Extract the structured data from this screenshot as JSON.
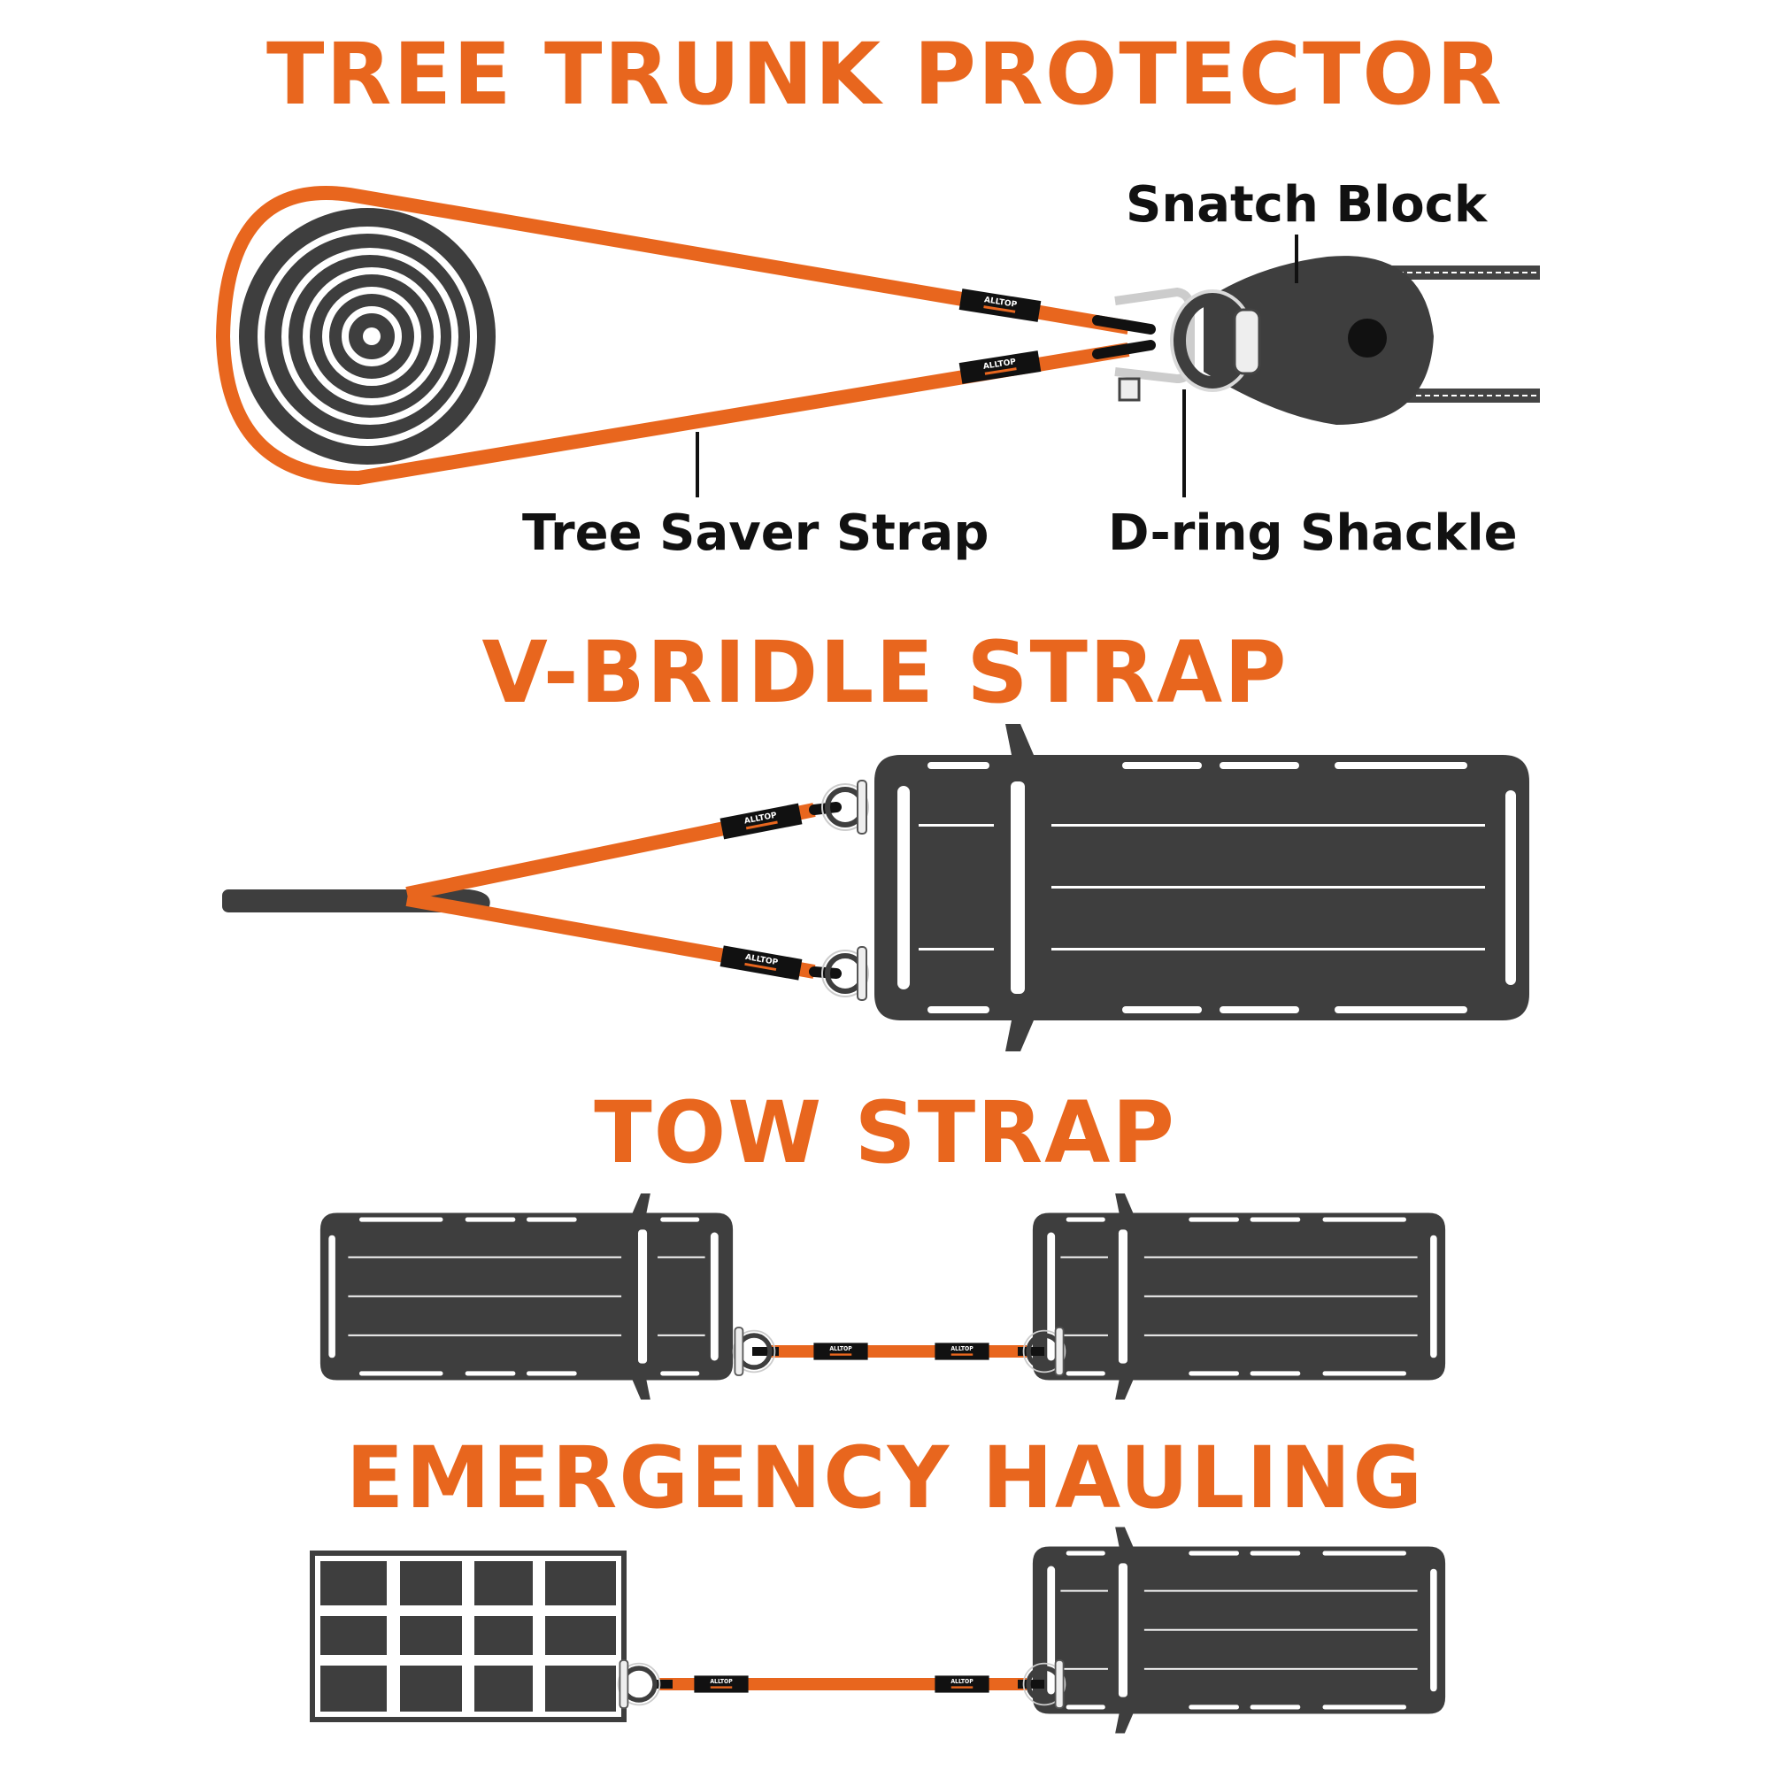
{
  "sections": {
    "tree_trunk": {
      "title": "TREE TRUNK PROTECTOR"
    },
    "v_bridle": {
      "title": "V-BRIDLE STRAP"
    },
    "tow": {
      "title": "TOW STRAP"
    },
    "hauling": {
      "title": "EMERGENCY HAULING"
    }
  },
  "labels": {
    "snatch_block": "Snatch Block",
    "tree_saver": "Tree Saver Strap",
    "d_ring": "D-ring Shackle"
  },
  "brand": "ALLTOP",
  "colors": {
    "accent": "#e8661e",
    "dark": "#3e3e3e",
    "black": "#111111"
  }
}
